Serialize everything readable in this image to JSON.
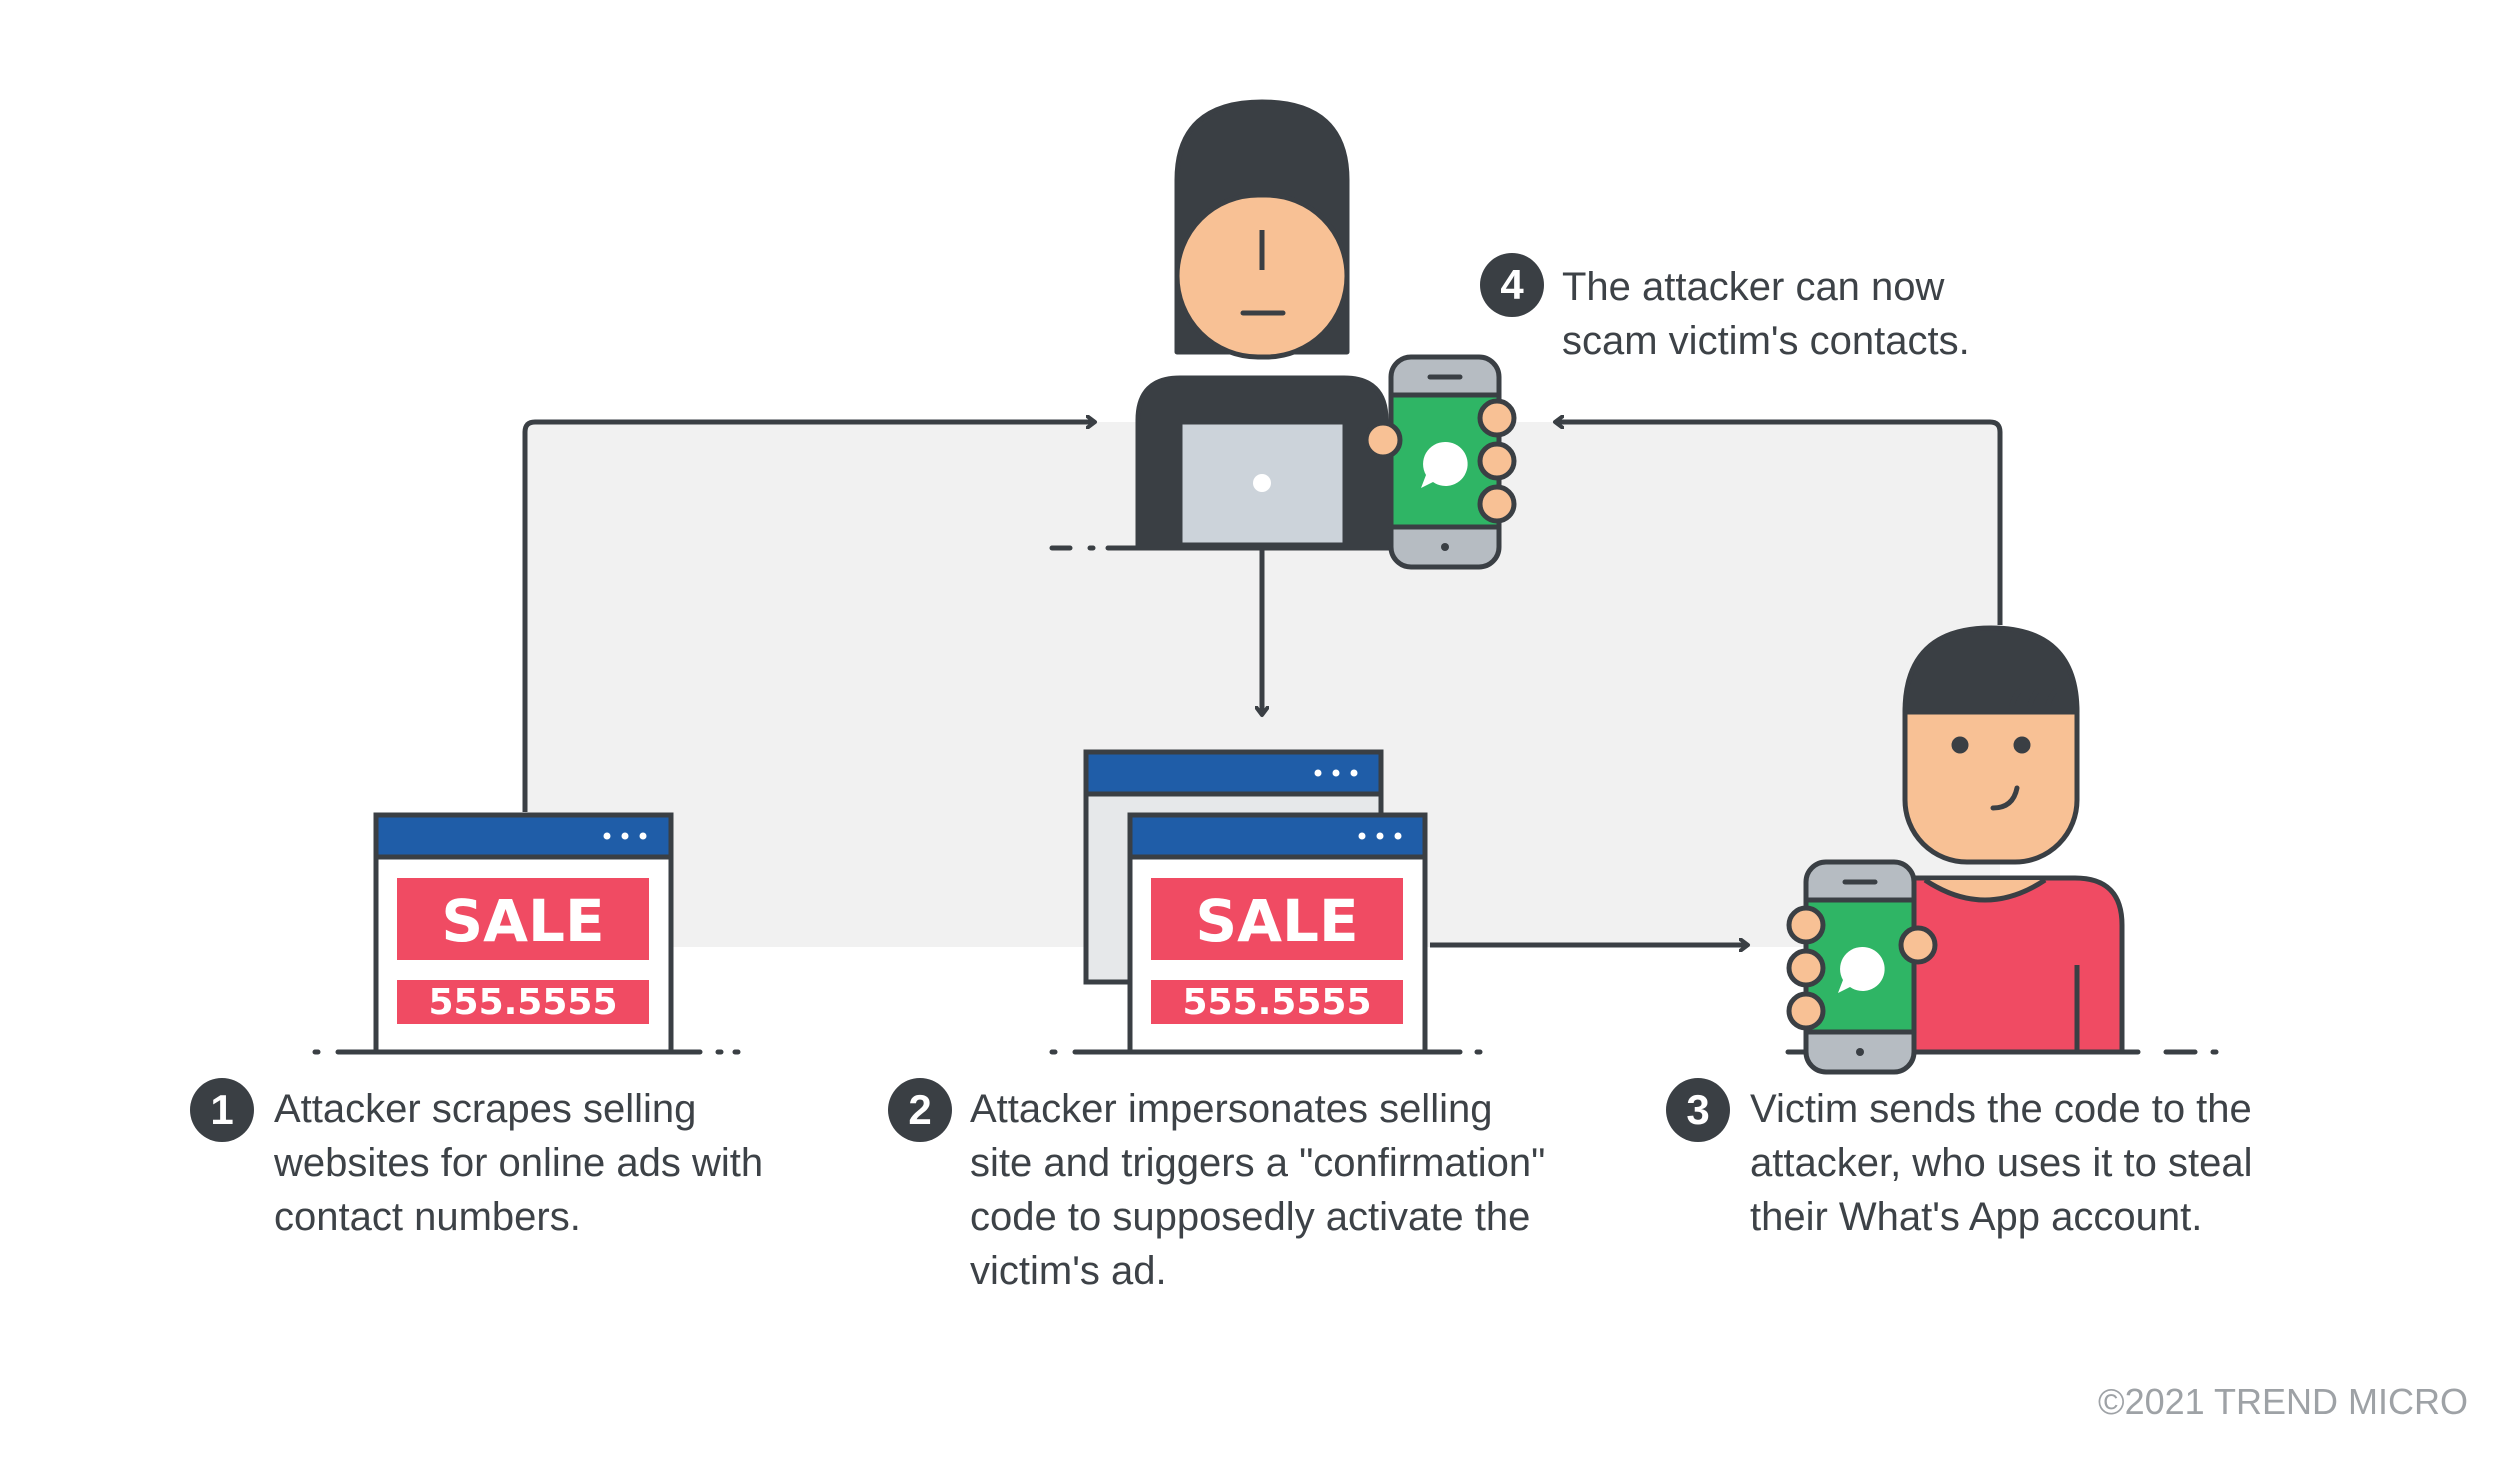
{
  "steps": [
    {
      "number": "1",
      "text": "Attacker scrapes selling websites for online ads with contact numbers."
    },
    {
      "number": "2",
      "text": "Attacker impersonates selling site and triggers a \"confirmation\" code to supposedly activate the victim's ad."
    },
    {
      "number": "3",
      "text": "Victim sends the code to the attacker, who uses it to steal their What's App account."
    },
    {
      "number": "4",
      "text": "The attacker can now scam victim's contacts."
    }
  ],
  "ad": {
    "sale_label": "SALE",
    "phone_number": "555.5555"
  },
  "copyright": "©2021 TREND MICRO",
  "colors": {
    "outline": "#3a3f44",
    "sale_red": "#f04b63",
    "browser_blue": "#1f5da8",
    "chat_green": "#2fb565",
    "skin": "#f8c195",
    "shirt": "#f04b63",
    "background_panel": "#f1f1f1"
  }
}
